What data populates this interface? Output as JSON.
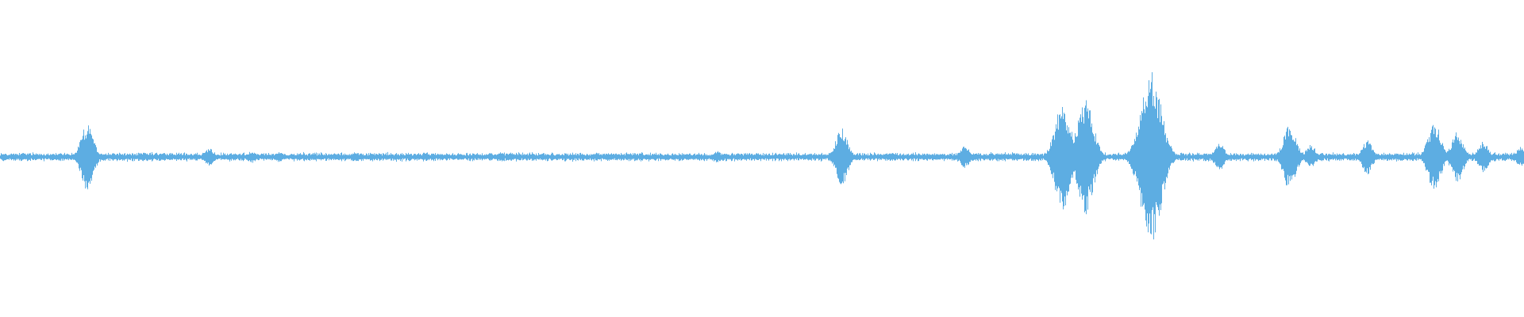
{
  "waveform": {
    "color": "#5dade2",
    "background": "#ffffff",
    "baseline_amplitude": 0.04,
    "noise_floor": 0.015,
    "events": [
      {
        "t": 0.057,
        "amp": 0.38
      },
      {
        "t": 0.137,
        "amp": 0.1
      },
      {
        "t": 0.165,
        "amp": 0.07
      },
      {
        "t": 0.183,
        "amp": 0.06
      },
      {
        "t": 0.233,
        "amp": 0.06
      },
      {
        "t": 0.335,
        "amp": 0.05
      },
      {
        "t": 0.4,
        "amp": 0.05
      },
      {
        "t": 0.47,
        "amp": 0.07
      },
      {
        "t": 0.552,
        "amp": 0.33
      },
      {
        "t": 0.633,
        "amp": 0.13
      },
      {
        "t": 0.697,
        "amp": 0.62
      },
      {
        "t": 0.712,
        "amp": 0.66
      },
      {
        "t": 0.745,
        "amp": 0.2
      },
      {
        "t": 0.755,
        "amp": 1.0
      },
      {
        "t": 0.8,
        "amp": 0.16
      },
      {
        "t": 0.846,
        "amp": 0.38
      },
      {
        "t": 0.86,
        "amp": 0.14
      },
      {
        "t": 0.897,
        "amp": 0.2
      },
      {
        "t": 0.941,
        "amp": 0.4
      },
      {
        "t": 0.956,
        "amp": 0.3
      },
      {
        "t": 0.973,
        "amp": 0.18
      },
      {
        "t": 0.998,
        "amp": 0.12
      }
    ]
  }
}
